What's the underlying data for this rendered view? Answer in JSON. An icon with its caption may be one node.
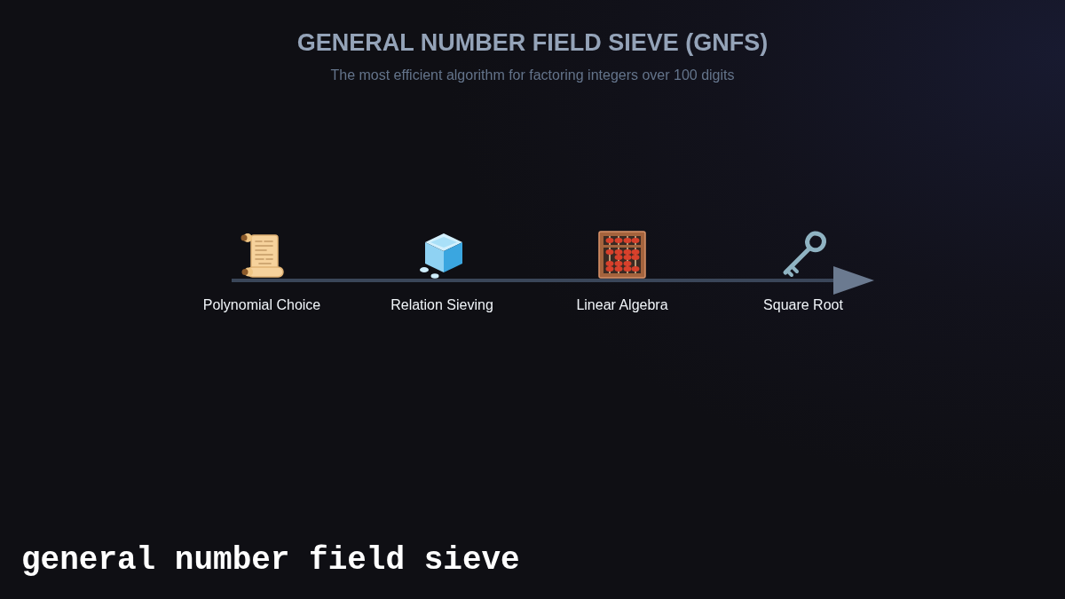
{
  "diagram": {
    "title": "GENERAL NUMBER FIELD SIEVE (GNFS)",
    "caption": "general number field sieve",
    "labels": [
      "The most efficient algorithm for factoring integers over 100 digits",
      "Polynomial Choice",
      "Relation Sieving",
      "Linear Algebra",
      "Square Root"
    ]
  }
}
